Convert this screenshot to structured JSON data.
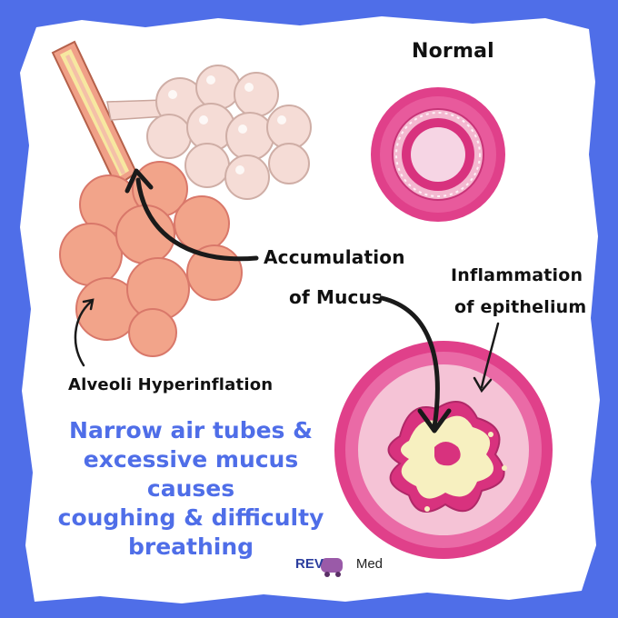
{
  "labels": {
    "normal": "Normal",
    "accumulation_line1": "Accumulation",
    "accumulation_line2": "of Mucus",
    "inflammation_line1": "Inflammation",
    "inflammation_line2": "of epithelium",
    "alveoli": "Alveoli Hyperinflation"
  },
  "caption": {
    "line1": "Narrow air tubes &",
    "line2": "excessive mucus causes",
    "line3": "coughing & difficulty",
    "line4": "breathing"
  },
  "brand": {
    "left": "REV",
    "right": "Med"
  },
  "colors": {
    "background_border": "#4f6ee8",
    "caption": "#4f6ee8",
    "airway_pink": "#e0408a",
    "alveoli_inflamed": "#f2a48a",
    "alveoli_normal": "#f5dcd6",
    "mucus": "#f7f0c0"
  }
}
